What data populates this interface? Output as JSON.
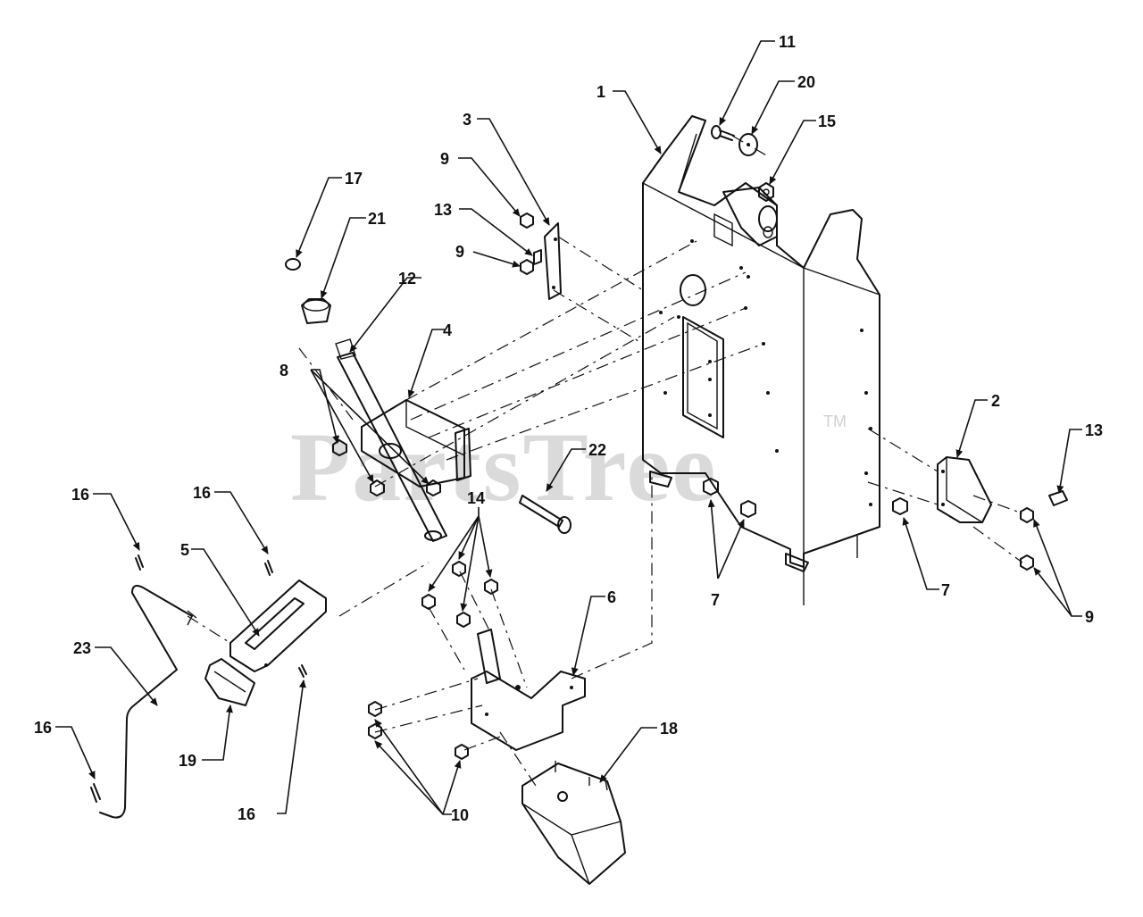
{
  "watermark": {
    "text": "PartsTree",
    "trademark": "TM"
  },
  "callouts": {
    "c1": "1",
    "c2": "2",
    "c3": "3",
    "c4": "4",
    "c5": "5",
    "c6": "6",
    "c7a": "7",
    "c7b": "7",
    "c8": "8",
    "c9a": "9",
    "c9b": "9",
    "c9c": "9",
    "c10": "10",
    "c11": "11",
    "c12": "12",
    "c13a": "13",
    "c13b": "13",
    "c14": "14",
    "c15": "15",
    "c16a": "16",
    "c16b": "16",
    "c16c": "16",
    "c16d": "16",
    "c17": "17",
    "c18": "18",
    "c19": "19",
    "c20": "20",
    "c21": "21",
    "c22": "22",
    "c23": "23"
  }
}
